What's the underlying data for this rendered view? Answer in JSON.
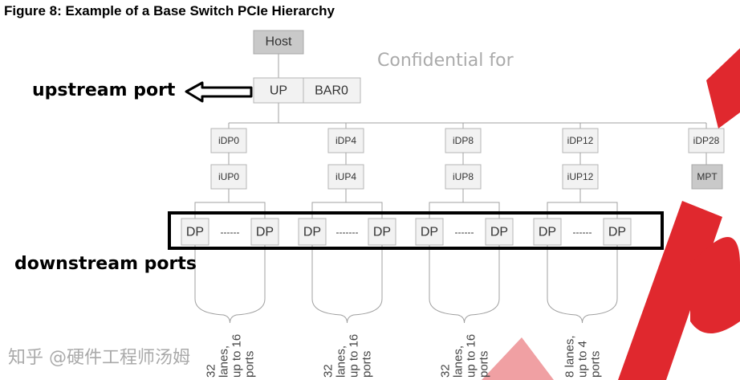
{
  "title": "Figure 8: Example of a Base Switch PCIe Hierarchy",
  "annotations": {
    "upstream": "upstream port",
    "downstream": "downstream ports"
  },
  "nodes": {
    "host": "Host",
    "up": "UP",
    "bar0": "BAR0",
    "mpt": "MPT"
  },
  "groups": [
    {
      "idp": "iDP0",
      "iup": "iUP0",
      "dp_left": "DP",
      "dp_right": "DP",
      "dots": "------",
      "lanes": [
        "32",
        "lanes,",
        "up to 16",
        "ports"
      ]
    },
    {
      "idp": "iDP4",
      "iup": "iUP4",
      "dp_left": "DP",
      "dp_right": "DP",
      "dots": "-------",
      "lanes": [
        "32",
        "lanes,",
        "up to 16",
        "ports"
      ]
    },
    {
      "idp": "iDP8",
      "iup": "iUP8",
      "dp_left": "DP",
      "dp_right": "DP",
      "dots": "------",
      "lanes": [
        "32",
        "lanes,",
        "up to 16",
        "ports"
      ]
    },
    {
      "idp": "iDP12",
      "iup": "iUP12",
      "dp_left": "DP",
      "dp_right": "DP",
      "dots": "------",
      "lanes": [
        "8 lanes,",
        "up to 4",
        "ports"
      ]
    }
  ],
  "extra_idp": "iDP28",
  "watermarks": {
    "confidential": "Confidential for",
    "zhihu": "知乎 @硬件工程师汤姆"
  },
  "colors": {
    "watermark_red": "#d9262c",
    "box_fill": "#f2f2f2",
    "host_fill": "#c9c9c9"
  }
}
